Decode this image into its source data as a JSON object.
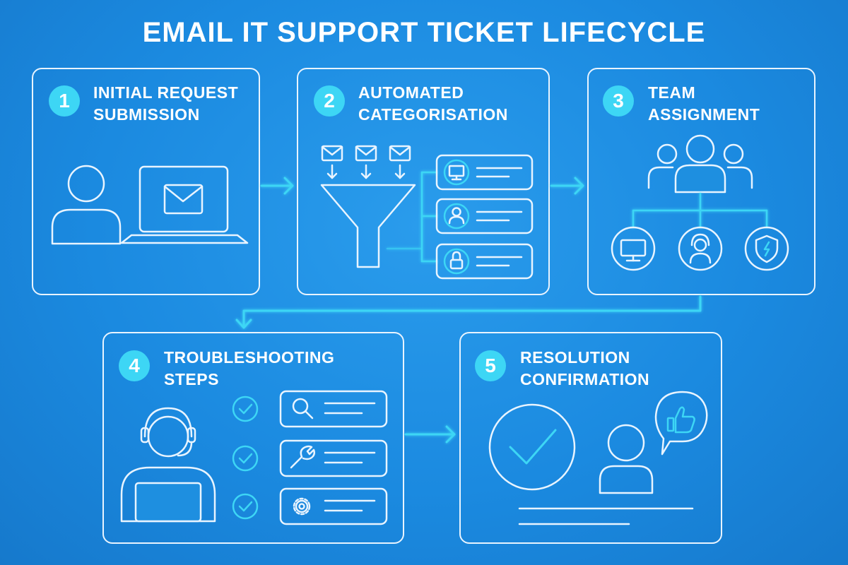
{
  "title": "EMAIL IT SUPPORT TICKET LIFECYCLE",
  "colors": {
    "background": "#1e8fe0",
    "line": "#e8f4ff",
    "accent": "#3dd6f5"
  },
  "steps": [
    {
      "number": "1",
      "title": "INITIAL REQUEST\nSUBMISSION",
      "icons": [
        "user-icon",
        "laptop-email-icon"
      ]
    },
    {
      "number": "2",
      "title": "AUTOMATED\nCATEGORISATION",
      "icons": [
        "email-icon",
        "funnel-icon",
        "monitor-icon",
        "user-icon",
        "lock-icon"
      ]
    },
    {
      "number": "3",
      "title": "TEAM\nASSIGNMENT",
      "icons": [
        "team-icon",
        "monitor-icon",
        "headset-agent-icon",
        "shield-icon"
      ]
    },
    {
      "number": "4",
      "title": "TROUBLESHOOTING\nSTEPS",
      "icons": [
        "support-agent-icon",
        "checkmark-icon",
        "search-icon",
        "wrench-icon",
        "gear-icon"
      ]
    },
    {
      "number": "5",
      "title": "RESOLUTION\nCONFIRMATION",
      "icons": [
        "checkmark-circle-icon",
        "user-icon",
        "thumbs-up-icon"
      ]
    }
  ]
}
